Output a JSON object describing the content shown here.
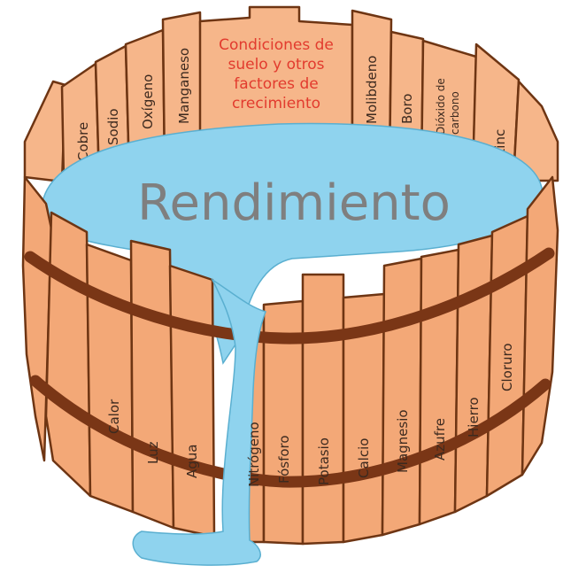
{
  "title": "Rendimiento",
  "center_note": [
    "Condiciones de",
    "suelo y otros",
    "factores de",
    "crecimiento"
  ],
  "back_staves": [
    {
      "label": "Cobre"
    },
    {
      "label": "Sodio"
    },
    {
      "label": "Oxígeno"
    },
    {
      "label": "Manganeso"
    },
    {
      "label": "Molibdeno"
    },
    {
      "label": "Boro"
    },
    {
      "label": "Dióxido de carbono"
    },
    {
      "label": "Zinc"
    }
  ],
  "front_staves": [
    {
      "label": "Calor"
    },
    {
      "label": "Luz"
    },
    {
      "label": "Agua"
    },
    {
      "label": "Nitrógeno"
    },
    {
      "label": "Fósforo"
    },
    {
      "label": "Potasio"
    },
    {
      "label": "Calcio"
    },
    {
      "label": "Magnesio"
    },
    {
      "label": "Azufre"
    },
    {
      "label": "Hierro"
    },
    {
      "label": "Cloruro"
    }
  ],
  "colors": {
    "wood": "#F3A877",
    "hoop": "#7A3616",
    "water": "#8FD3EE",
    "title": "#7f7f7f",
    "note": "#E23B2E"
  }
}
